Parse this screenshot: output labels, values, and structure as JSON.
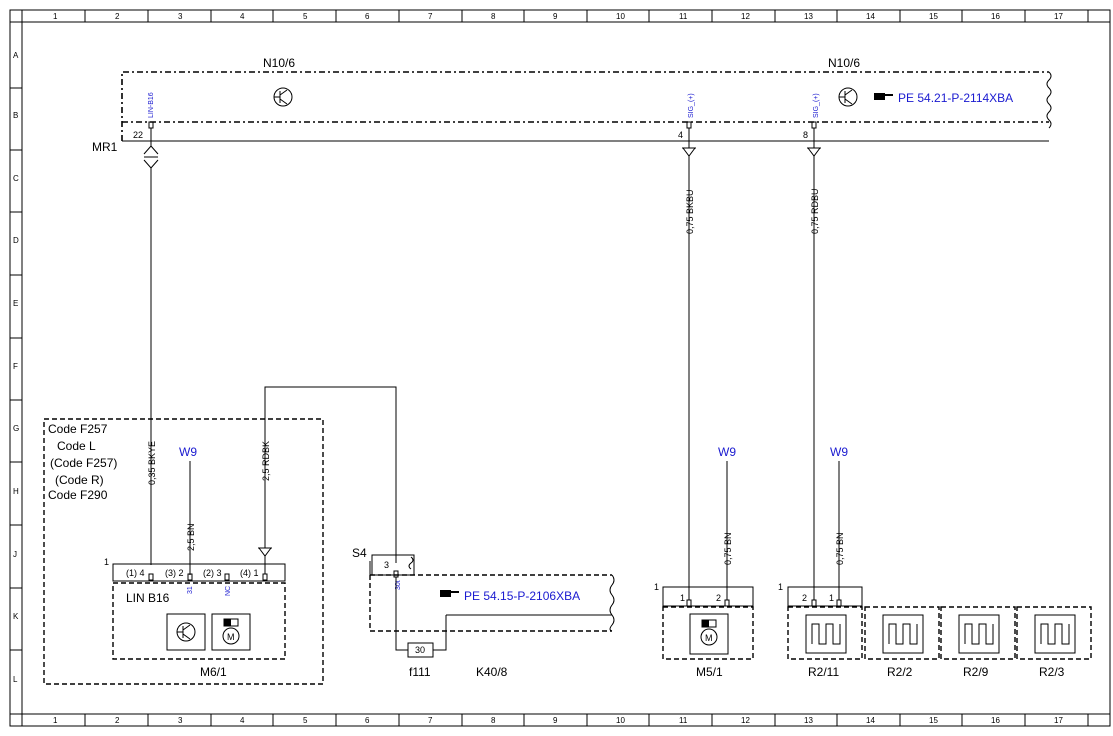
{
  "grid": {
    "columns": [
      "1",
      "2",
      "3",
      "4",
      "5",
      "6",
      "7",
      "8",
      "9",
      "10",
      "11",
      "12",
      "13",
      "14",
      "15",
      "16",
      "17"
    ],
    "rows": [
      "A",
      "B",
      "C",
      "D",
      "E",
      "F",
      "G",
      "H",
      "J",
      "K",
      "L"
    ]
  },
  "modules": {
    "n10_6_left": "N10/6",
    "n10_6_right": "N10/6",
    "mr1": "MR1",
    "ref_top": "PE 54.21-P-2114XBA",
    "ref_mid": "PE 54.15-P-2106XBA"
  },
  "pins_top": {
    "lin_b16": "LIN-B16",
    "sig1": "SIG_(+)",
    "sig2": "SIG_(+)",
    "p22": "22",
    "p4": "4",
    "p8": "8"
  },
  "wires": {
    "bkye": "0,35 BKYE",
    "bn_left": "2,5 BN",
    "rdbk": "2,5 RDBK",
    "bkbu": "0,75 BKBU",
    "rdbu": "0,75 RDBU",
    "bn_m5": "0,75 BN",
    "bn_r2": "0,75 BN"
  },
  "grounds": {
    "w9_left": "W9",
    "w9_mid": "W9",
    "w9_right": "W9"
  },
  "codes": [
    "Code F257",
    "Code L",
    "(Code F257)",
    "(Code R)",
    "Code F290"
  ],
  "m6": {
    "one": "1",
    "pin_a": "(1) 4",
    "pin_b": "(3) 2",
    "pin_c": "(2) 3",
    "pin_d": "(4) 1",
    "lbl_31": "31",
    "lbl_nc": "NC",
    "lin": "LIN B16",
    "name": "M6/1"
  },
  "s4": {
    "name": "S4",
    "pin3": "3",
    "lbl_30t": "30t",
    "fuse_val": "30",
    "f111": "f111",
    "k40": "K40/8"
  },
  "m5": {
    "one": "1",
    "p1": "1",
    "p2": "2",
    "name": "M5/1"
  },
  "r2": {
    "one": "1",
    "p2": "2",
    "p1": "1",
    "names": [
      "R2/11",
      "R2/2",
      "R2/9",
      "R2/3"
    ]
  }
}
